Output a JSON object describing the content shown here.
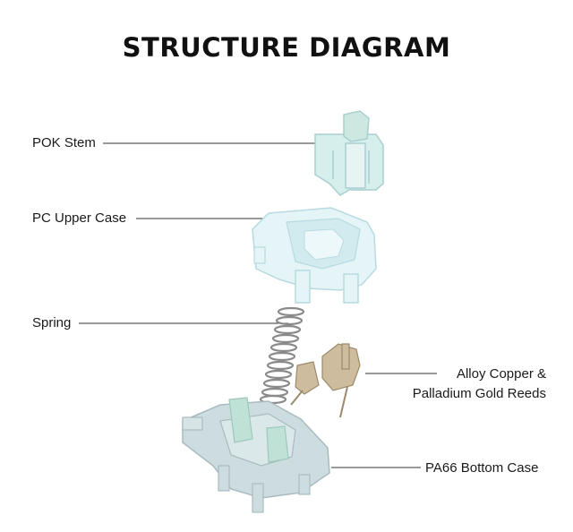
{
  "title": "STRUCTURE DIAGRAM",
  "labels": {
    "stem": "POK Stem",
    "upper_case": "PC Upper Case",
    "spring": "Spring",
    "reeds_line1": "Alloy Copper &",
    "reeds_line2": "Palladium Gold Reeds",
    "bottom_case": "PA66 Bottom Case"
  },
  "colors": {
    "mint": "#d3ecec",
    "mint_dark": "#a9cfd0",
    "translucent": "#e4f4f7",
    "bottom": "#cddcde",
    "bottom_dark": "#a8bcc0",
    "stem_inner": "#cde8e0",
    "metal": "#c9b89a",
    "spring": "#8a8a8a",
    "line": "#333333"
  }
}
